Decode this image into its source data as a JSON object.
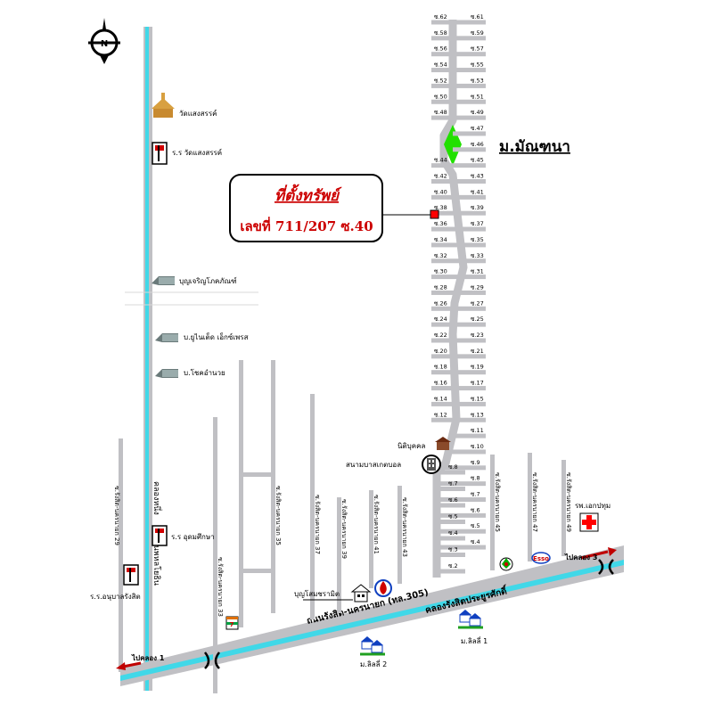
{
  "colors": {
    "road": "#c0c0c4",
    "canal": "#40d8e8",
    "marker": "#ff0000",
    "title_text": "#cc0000",
    "park": "#22e000"
  },
  "icons": [
    "north-arrow-icon",
    "temple-icon",
    "school-flag-icon",
    "building-icon",
    "hospital-cross-icon",
    "house-icon",
    "community-icon",
    "seven-eleven-icon",
    "gas-station-icon",
    "esso-icon",
    "shell-icon",
    "traffic-arrow-icon",
    "roundabout-icon"
  ],
  "north": {
    "letter": "N"
  },
  "property": {
    "title": "ที่ตั้งทรัพย์",
    "address": "เลขที่ 711/207  ซ.40"
  },
  "village": {
    "name": "ม.มัณฑนา"
  },
  "places": {
    "temple": "วัดแสงสรรค์",
    "school_temple": "ร.ร วัดแสงสรรค์",
    "warehouse": "บุญเจริญโภคภัณฑ์",
    "united_express": "บ.ยูไนเต็ด เอ็กซ์เพรส",
    "chokamnuay": "บ.โชคอำนวย",
    "school_udom": "ร.ร อุดมศึกษา",
    "school_anuban": "ร.ร.อนุบาลรังสิต",
    "club": "นิติบุคคล",
    "football": "สนามบาสเกตบอล",
    "hospital": "รพ.เอกปทุม",
    "boonsom": "บุญโสมชรามิต",
    "lilly1": "ม.ลิลลี่ 1",
    "lilly2": "ม.ลิลลี่ 2"
  },
  "roads": {
    "main_road": "ถนนรังสิต-นครนายก (ทล.305)",
    "canal_name": "คลองรังสิตประยูรศักดิ์",
    "canal_vertical": "คลองหนึ่ง",
    "vertical_road": "ถนนพหลโยธิน",
    "to_klong3": "ไปคลอง 3",
    "to_klong1": "ไปคลอง 1",
    "soi29": "ซ.รังสิต-นครนายก 29",
    "soi33": "ซ.รังสิต-นครนายก 33",
    "soi35": "ซ.รังสิต-นครนายก 35",
    "soi37": "ซ.รังสิต-นครนายก 37",
    "soi39": "ซ.รังสิต-นครนายก 39",
    "soi41": "ซ.รังสิต-นครนายก 41",
    "soi43": "ซ.รังสิต-นครนายก 43",
    "soi45": "ซ.รังสิต-นครนายก 45",
    "soi47": "ซ.รังสิต-นครนายก 47",
    "soi49": "ซ.รังสิต-นครนายก 49"
  },
  "left_sois": [
    "ซ.62",
    "ซ.58",
    "ซ.56",
    "ซ.54",
    "ซ.52",
    "ซ.50",
    "ซ.48",
    "",
    "",
    "ซ.44",
    "ซ.42",
    "ซ.40",
    "ซ.38",
    "ซ.36",
    "ซ.34",
    "ซ.32",
    "ซ.30",
    "ซ.28",
    "ซ.26",
    "ซ.24",
    "ซ.22",
    "ซ.20",
    "ซ.18",
    "ซ.16",
    "ซ.14",
    "ซ.12",
    "",
    "",
    "",
    "",
    "",
    "",
    "",
    ""
  ],
  "right_sois": [
    "ซ.61",
    "ซ.59",
    "ซ.57",
    "ซ.55",
    "ซ.53",
    "ซ.51",
    "ซ.49",
    "ซ.47",
    "ซ.46",
    "ซ.45",
    "ซ.43",
    "ซ.41",
    "ซ.39",
    "ซ.37",
    "ซ.35",
    "ซ.33",
    "ซ.31",
    "ซ.29",
    "ซ.27",
    "ซ.25",
    "ซ.23",
    "ซ.21",
    "ซ.19",
    "ซ.17",
    "ซ.15",
    "ซ.13",
    "ซ.11",
    "ซ.10",
    "ซ.9",
    "ซ.8",
    "ซ.7",
    "ซ.6",
    "ซ.5",
    "ซ.4"
  ],
  "lower_sois": [
    "ซ.8",
    "ซ.7",
    "ซ.6",
    "ซ.5",
    "ซ.4",
    "ซ.3",
    "ซ.2"
  ]
}
